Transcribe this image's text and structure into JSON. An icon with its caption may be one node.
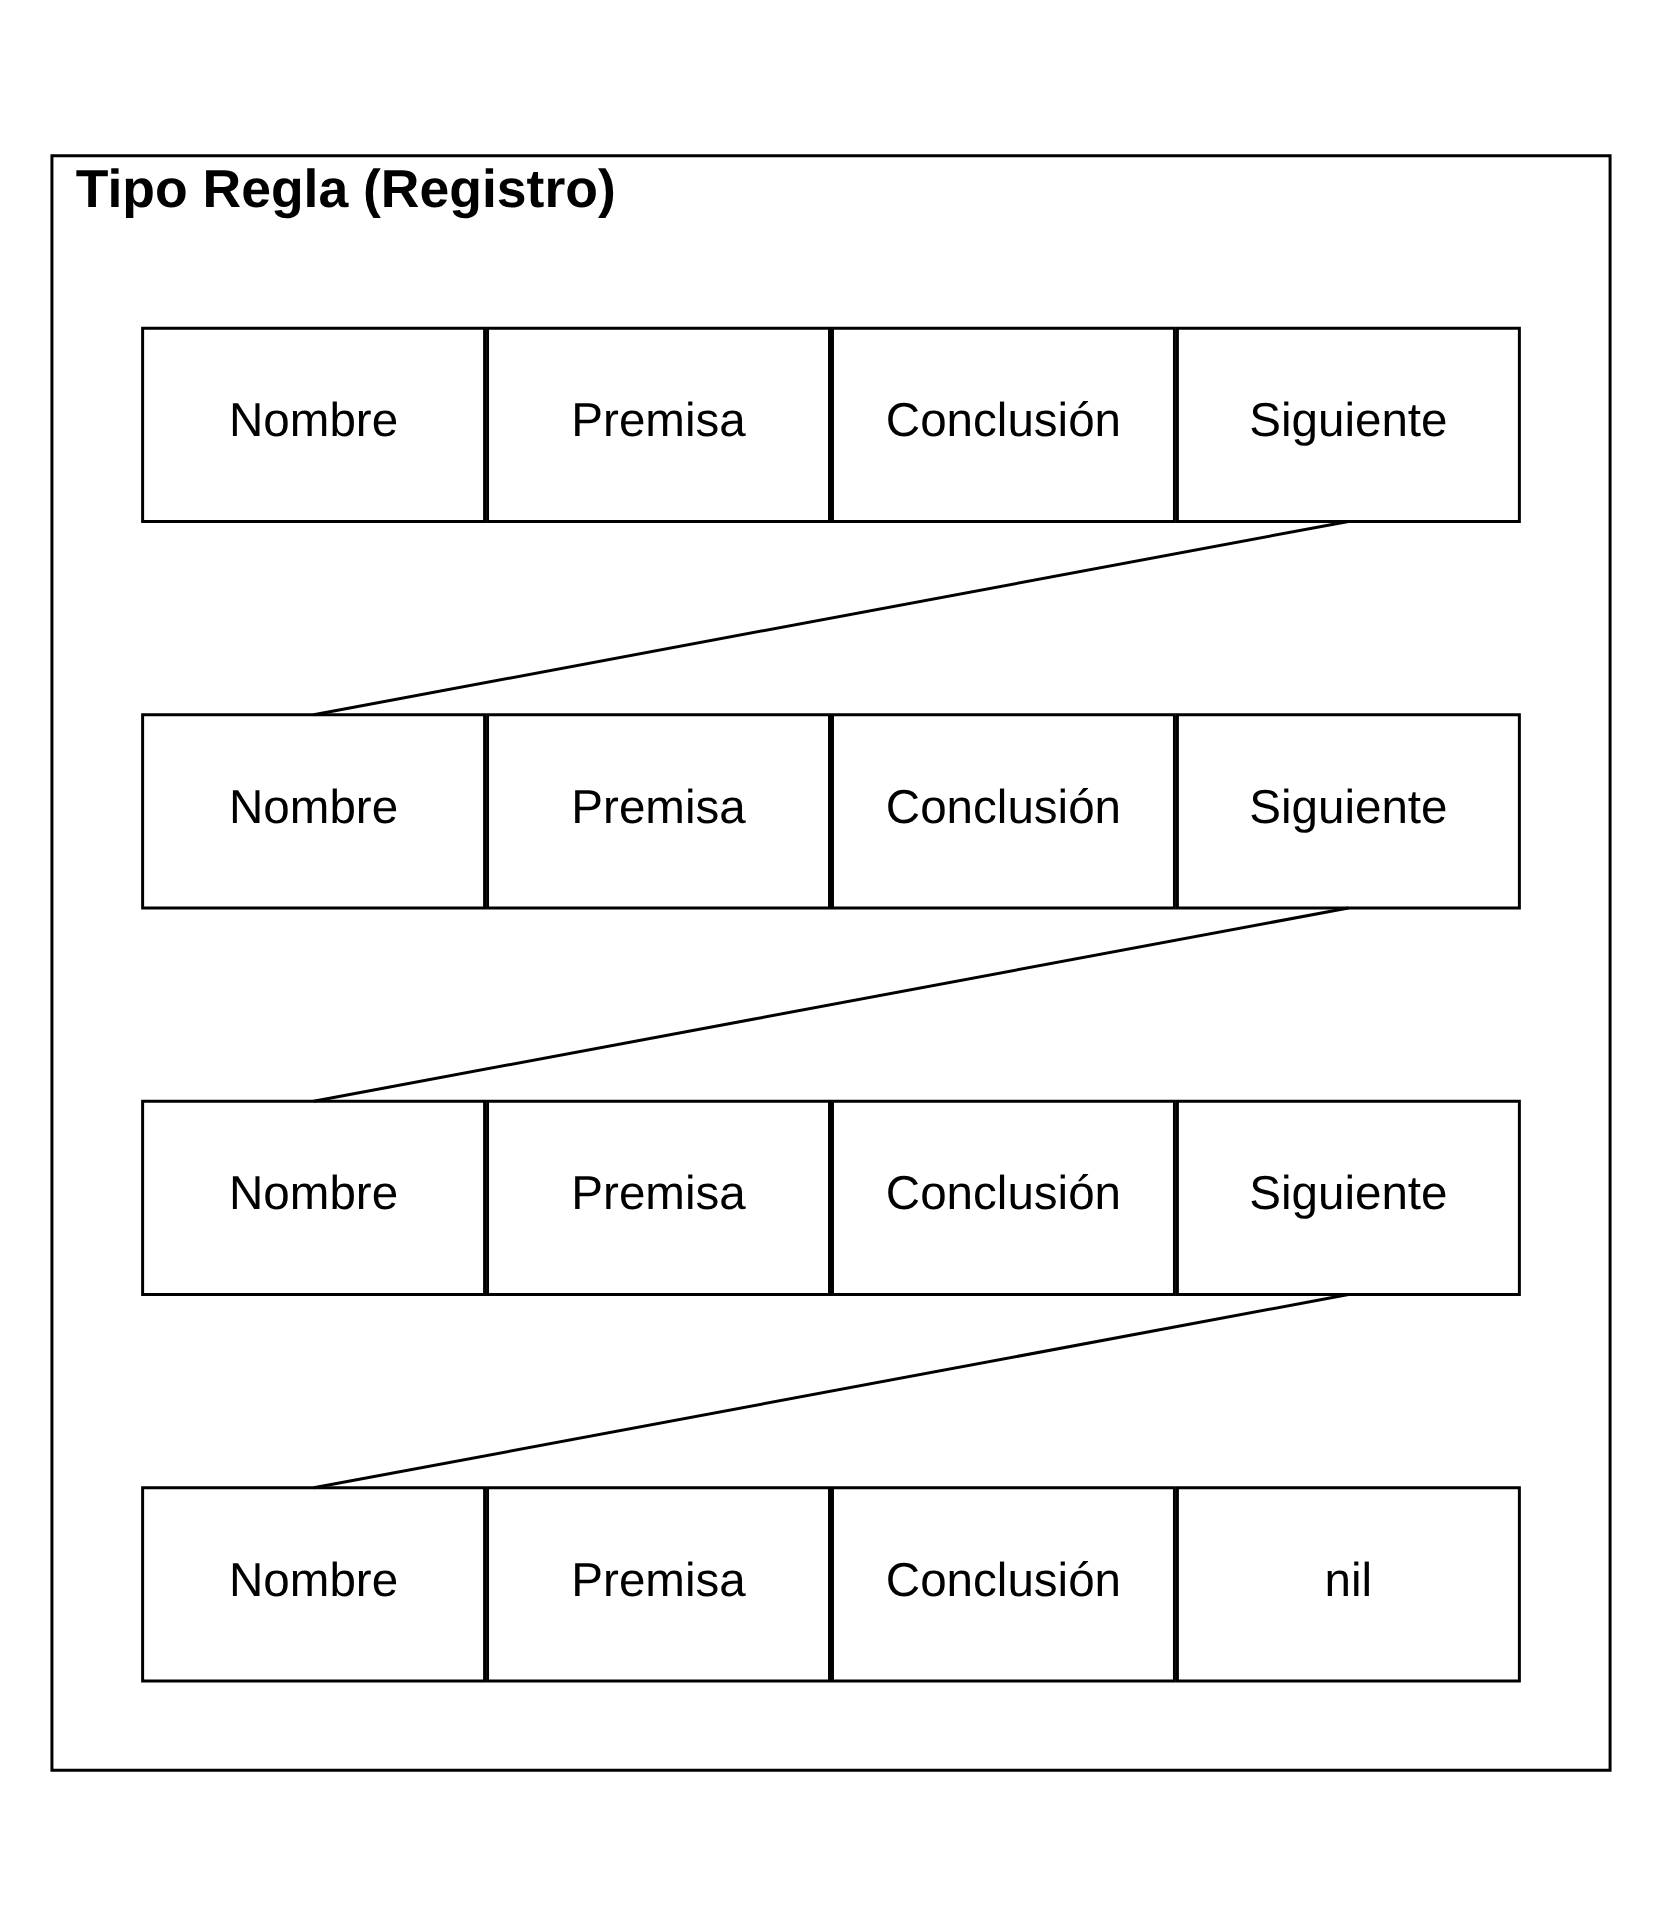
{
  "diagram": {
    "nodes": [
      {
        "text": [
          "Tipo Regla (Registro)"
        ]
      },
      {
        "text": [
          "Nombre"
        ],
        "in": 0
      },
      {
        "text": [
          "Premisa"
        ],
        "in": 0
      },
      {
        "text": [
          "Conclusión"
        ],
        "in": 0
      },
      {
        "text": [
          "Siguiente"
        ],
        "in": 0
      },
      {
        "text": [
          "Nombre"
        ],
        "in": 0
      },
      {
        "text": [
          "Premisa"
        ],
        "in": 0
      },
      {
        "text": [
          "Conclusión"
        ],
        "in": 0
      },
      {
        "text": [
          "Siguiente"
        ],
        "in": 0
      },
      {
        "text": [
          "Nombre"
        ],
        "in": 0
      },
      {
        "text": [
          "Premisa"
        ],
        "in": 0
      },
      {
        "text": [
          "Conclusión"
        ],
        "in": 0
      },
      {
        "text": [
          "Siguiente"
        ],
        "in": 0
      },
      {
        "text": [
          "Nombre"
        ],
        "in": 0
      },
      {
        "text": [
          "Premisa"
        ],
        "in": 0
      },
      {
        "text": [
          "Conclusión"
        ],
        "in": 0
      },
      {
        "text": [
          "nil"
        ],
        "in": 0
      }
    ],
    "edges": [
      {
        "from": 4,
        "to": 5,
        "arrow": "none"
      },
      {
        "from": 8,
        "to": 9,
        "arrow": "none"
      },
      {
        "from": 12,
        "to": 13,
        "arrow": "none"
      }
    ]
  }
}
